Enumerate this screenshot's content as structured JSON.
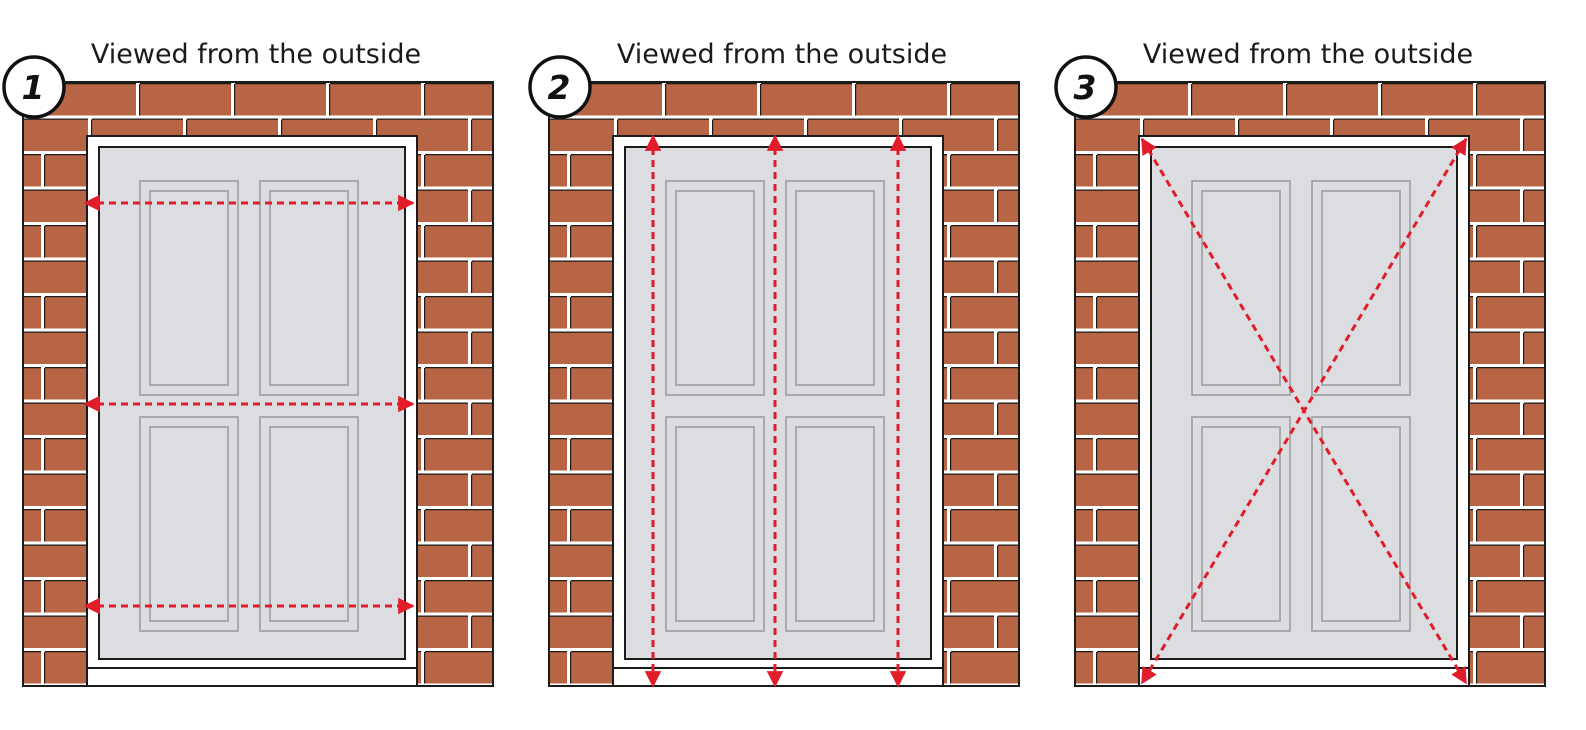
{
  "colors": {
    "brick": "#b86545",
    "mortar": "#ffffff",
    "outline": "#1b1b1b",
    "door_fill": "#dcdde0",
    "panel_line": "#a9aaac",
    "arrow": "#e11d2a"
  },
  "diagrams": [
    {
      "number": "1",
      "title": "Viewed from the outside",
      "arrow_direction": "horizontal",
      "arrow_count": 3
    },
    {
      "number": "2",
      "title": "Viewed from the outside",
      "arrow_direction": "vertical",
      "arrow_count": 3
    },
    {
      "number": "3",
      "title": "Viewed from the outside",
      "arrow_direction": "diagonal",
      "arrow_count": 2
    }
  ]
}
